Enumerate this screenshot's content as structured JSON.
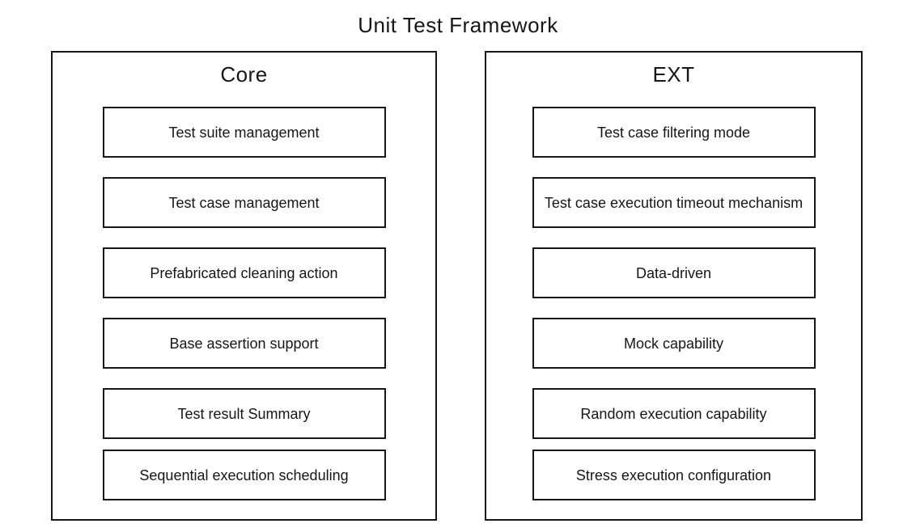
{
  "title": "Unit Test Framework",
  "colors": {
    "background": "#ffffff",
    "border": "#161616",
    "text": "#161616"
  },
  "panels": [
    {
      "label": "Core",
      "items": [
        "Test suite management",
        "Test case management",
        "Prefabricated cleaning action",
        "Base assertion support",
        "Test result Summary",
        "Sequential execution scheduling"
      ]
    },
    {
      "label": "EXT",
      "items": [
        "Test case filtering mode",
        "Test case execution timeout mechanism",
        "Data-driven",
        "Mock capability",
        "Random execution capability",
        "Stress execution configuration"
      ]
    }
  ]
}
